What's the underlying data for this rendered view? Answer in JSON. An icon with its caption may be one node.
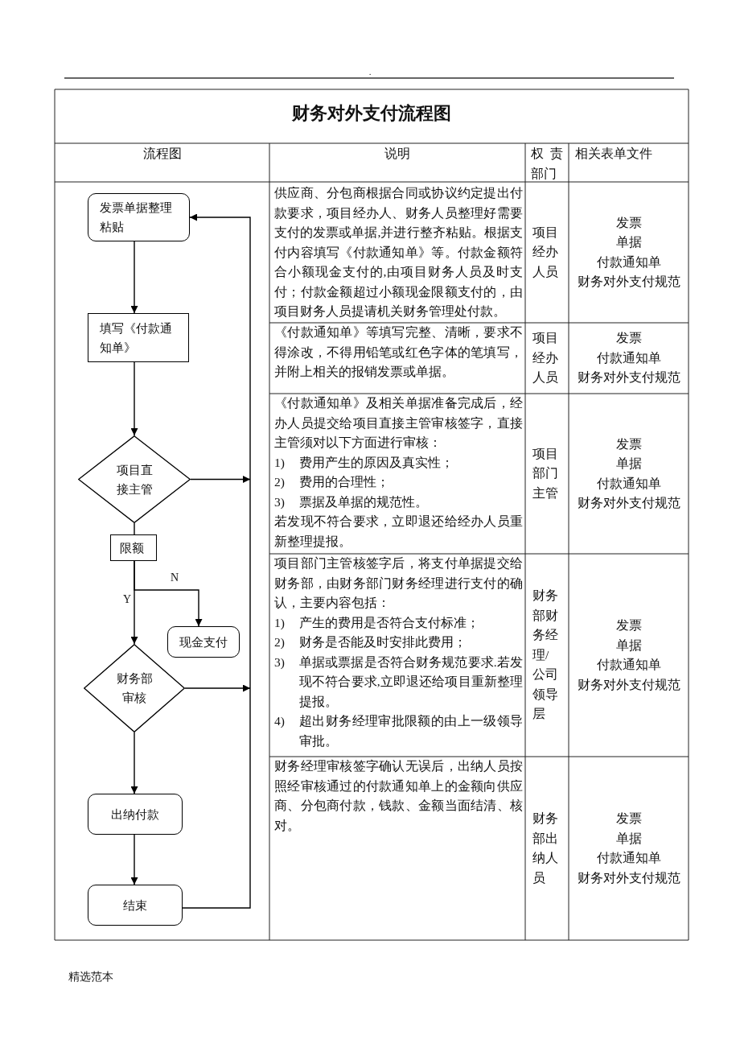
{
  "diagram": {
    "title": "财务对外支付流程图",
    "nodes": [
      {
        "text": [
          "发票单据整理粘贴"
        ]
      },
      {
        "text": [
          "填写《付款通知单》"
        ]
      },
      {
        "text": [
          "项目直接主管"
        ]
      },
      {
        "text": [
          "限额"
        ]
      },
      {
        "text": [
          "现金支付"
        ]
      },
      {
        "text": [
          "财务部审核"
        ]
      },
      {
        "text": [
          "出纳付款"
        ]
      },
      {
        "text": [
          "结束"
        ]
      }
    ],
    "edges": [
      {
        "from": 0,
        "to": 1,
        "arrow": "to"
      },
      {
        "from": 1,
        "to": 2,
        "arrow": "to"
      },
      {
        "from": 2,
        "to": 3,
        "arrow": "none"
      },
      {
        "from": 3,
        "to": 5,
        "arrow": "to",
        "label": "Y"
      },
      {
        "from": 3,
        "to": 4,
        "arrow": "to",
        "label": "N"
      },
      {
        "from": 5,
        "to": 6,
        "arrow": "to"
      },
      {
        "from": 6,
        "to": 7,
        "arrow": "to"
      },
      {
        "from": 2,
        "to": 0,
        "arrow": "to"
      },
      {
        "from": 5,
        "to": 0,
        "arrow": "to"
      },
      {
        "from": 7,
        "to": 0,
        "arrow": "to"
      }
    ],
    "labels": [
      ".",
      "流程图",
      "说明",
      "权责部门",
      "相关表单文件",
      "供应商、分包商根据合同或协议约定提出付款要求，项目经办人、财务人员整理好需要支付的发票或单据,并进行整齐粘贴。根据支付内容填写《付款通知单》等。付款金额符合小额现金支付的,由项目财务人员及时支付；付款金额超过小额现金限额支付的，由项目财务人员提请机关财务管理处付款。",
      "项目经办人员",
      "发票",
      "单据",
      "付款通知单",
      "财务对外支付规范",
      "《付款通知单》等填写完整、清晰，要求不得涂改，不得用铅笔或红色字体的笔填写，并附上相关的报销发票或单据。",
      "项目经办人员",
      "发票",
      "付款通知单",
      "财务对外支付规范",
      "《付款通知单》及相关单据准备完成后，经办人员提交给项目直接主管审核签字，直接主管须对以下方面进行审核：",
      "1) 费用产生的原因及真实性；",
      "2) 费用的合理性；",
      "3) 票据及单据的规范性。",
      "若发现不符合要求，立即退还给经办人员重新整理提报。",
      "项目部门主管",
      "发票",
      "单据",
      "付款通知单",
      "财务对外支付规范",
      "项目部门主管核签字后，将支付单据提交给财务部，由财务部门财务经理进行支付的确认，主要内容包括：",
      "1) 产生的费用是否符合支付标准；",
      "2) 财务是否能及时安排此费用；",
      "3) 单据或票据是否符合财务规范要求.若发现不符合要求,立即退还给项目重新整理提报。",
      "4) 超出财务经理审批限额的由上一级领导审批。",
      "财务部财务经理/公司领导层",
      "发票",
      "单据",
      "付款通知单",
      "财务对外支付规范",
      "财务经理审核签字确认无误后，出纳人员按照经审核通过的付款通知单上的金额向供应商、分包商付款，钱款、金额当面结清、核对。",
      "财务部出纳人员",
      "发票",
      "单据",
      "付款通知单",
      "财务对外支付规范",
      "精选范本"
    ]
  }
}
